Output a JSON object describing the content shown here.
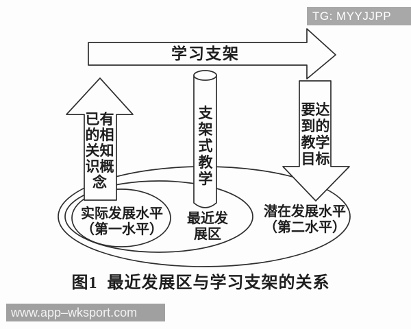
{
  "header": {
    "tg_badge": "TG: MYYJJPP"
  },
  "diagram": {
    "top_arrow": {
      "label": "学习支架"
    },
    "left_arrow": {
      "label": "已有的相关知识概念"
    },
    "cylinder": {
      "label": "支架式教学"
    },
    "right_arrow": {
      "label": "要达到的教学目标"
    },
    "ellipses": {
      "inner": {
        "label": "实际发展水平\n（第一水平）"
      },
      "middle": {
        "label": "最近发\n展区"
      },
      "outer": {
        "label": "潜在发展水平\n（第二水平）"
      }
    },
    "caption": "图1  最近发展区与学习支架的关系"
  },
  "footer": {
    "watermark": "www.app–wksport.com"
  },
  "colors": {
    "line": "#2e2e2e",
    "paper": "#fdfdfd",
    "badge_bg": "#a8a8a8",
    "badge_text": "#ffffff",
    "watermark_bg": "#a0a0a0",
    "watermark_text": "#f2f2f2",
    "diagram_text": "#1e1e1e"
  }
}
